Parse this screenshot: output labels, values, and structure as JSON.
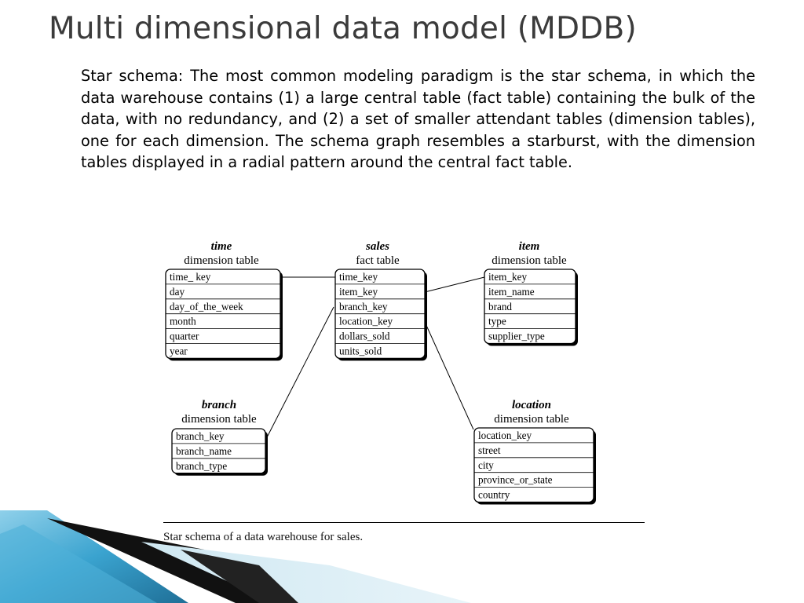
{
  "slide": {
    "title": "Multi dimensional data model (MDDB)",
    "body": "Star schema: The most common modeling paradigm is the star schema, in which the data warehouse contains (1) a large central table (fact table) containing the bulk of the data, with no redundancy, and (2) a set of smaller attendant tables (dimension tables), one for each dimension. The schema graph resembles a starburst, with the dimension tables displayed in a radial pattern around the central fact table."
  },
  "diagram": {
    "caption": "Star schema of a data warehouse for sales.",
    "tables": [
      {
        "id": "time",
        "name": "time",
        "subtitle": "dimension table",
        "fields": [
          "time_ key",
          "day",
          "day_of_the_week",
          "month",
          "quarter",
          "year"
        ]
      },
      {
        "id": "sales",
        "name": "sales",
        "subtitle": "fact table",
        "fields": [
          "time_key",
          "item_key",
          "branch_key",
          "location_key",
          "dollars_sold",
          "units_sold"
        ]
      },
      {
        "id": "item",
        "name": "item",
        "subtitle": "dimension table",
        "fields": [
          "item_key",
          "item_name",
          "brand",
          "type",
          "supplier_type"
        ]
      },
      {
        "id": "branch",
        "name": "branch",
        "subtitle": "dimension table",
        "fields": [
          "branch_key",
          "branch_name",
          "branch_type"
        ]
      },
      {
        "id": "location",
        "name": "location",
        "subtitle": "dimension table",
        "fields": [
          "location_key",
          "street",
          "city",
          "province_or_state",
          "country"
        ]
      }
    ]
  }
}
